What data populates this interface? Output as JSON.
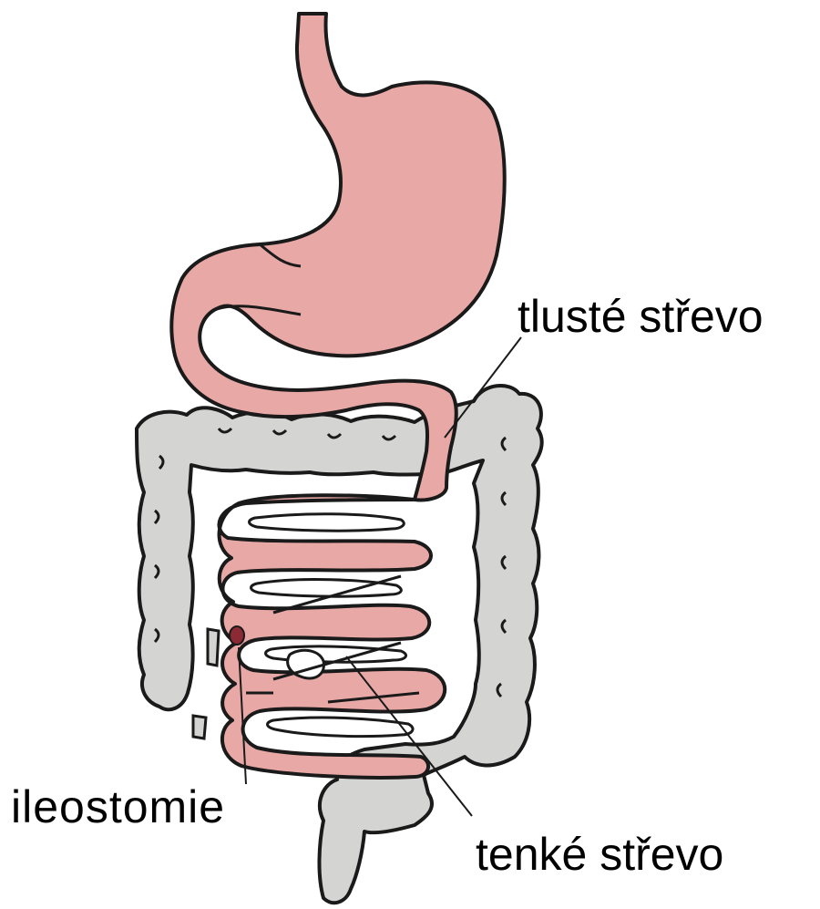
{
  "labels": {
    "large_intestine": "tlusté střevo",
    "ileostomy": "ileostomie",
    "small_intestine": "tenké střevo"
  },
  "colors": {
    "stomach": "#e8a8a6",
    "small_intestine": "#e8a8a6",
    "large_intestine": "#d4d4d3",
    "outline": "#1a1a1a",
    "stoma": "#8b2a34",
    "background": "#ffffff"
  }
}
